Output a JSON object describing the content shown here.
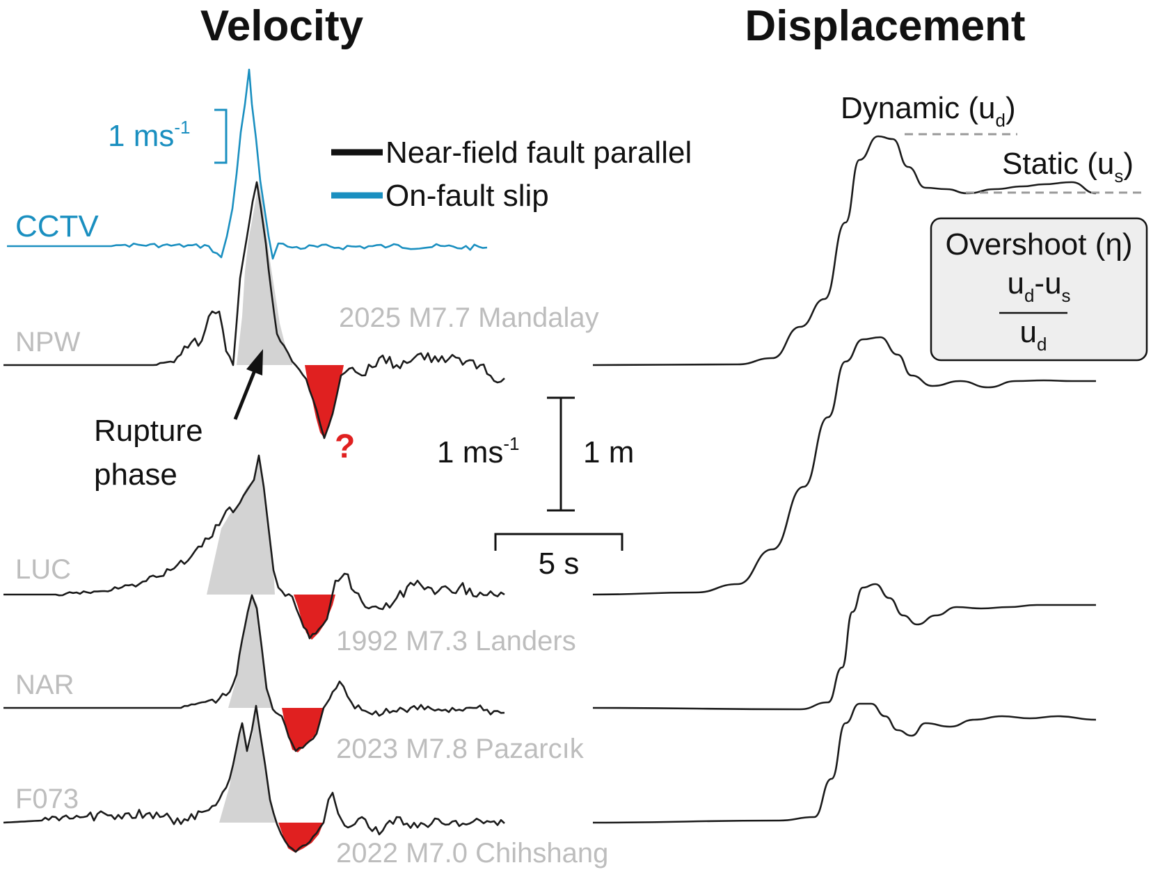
{
  "headings": {
    "velocity": "Velocity",
    "displacement": "Displacement"
  },
  "legend": {
    "black": "Near-field fault parallel",
    "blue": "On-fault slip"
  },
  "blue_scale": {
    "value": "1 ms",
    "exp": "-1"
  },
  "stations": {
    "cctv": "CCTV",
    "npw": "NPW",
    "luc": "LUC",
    "nar": "NAR",
    "f073": "F073"
  },
  "events": {
    "mandalay": "2025 M7.7 Mandalay",
    "landers": "1992 M7.3 Landers",
    "pazarcik": "2023 M7.8 Pazarcık",
    "chihshang": "2022 M7.0 Chihshang"
  },
  "annotations": {
    "rupture_line1": "Rupture",
    "rupture_line2": "phase",
    "question": "?"
  },
  "scale_bar": {
    "vel": "1 ms",
    "vel_exp": "-1",
    "disp": "1 m",
    "time": "5 s"
  },
  "displacement_labels": {
    "dynamic": "Dynamic (u",
    "dynamic_sub": "d",
    "dynamic_close": ")",
    "static": "Static (u",
    "static_sub": "s",
    "static_close": ")"
  },
  "overshoot_box": {
    "title": "Overshoot (η)",
    "num_a": "u",
    "num_a_sub": "d",
    "num_dash": "-",
    "num_b": "u",
    "num_b_sub": "s",
    "den": "u",
    "den_sub": "d"
  },
  "colors": {
    "trace": "#1a1a1a",
    "slip": "#1a8fc0",
    "rupture_fill": "#d3d3d3",
    "stopping_fill": "#e02020",
    "label_gray": "#bdbdbd"
  }
}
